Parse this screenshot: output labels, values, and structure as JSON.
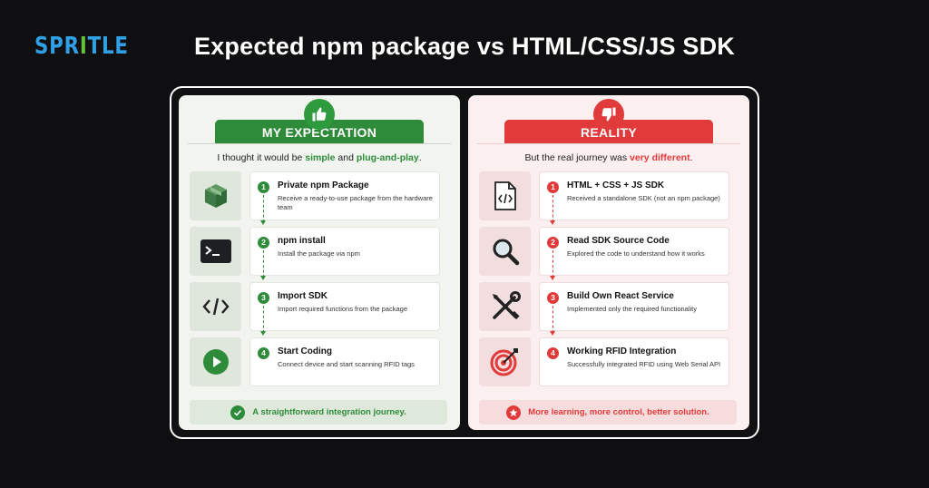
{
  "logo": {
    "text_1": "SPR",
    "text_2": "I",
    "text_3": "TLE"
  },
  "title": "Expected npm package vs HTML/CSS/JS SDK",
  "colors": {
    "green": "#2e8b3a",
    "red": "#e23a3a",
    "background": "#0f0f11"
  },
  "left": {
    "header": "MY EXPECTATION",
    "badge_icon": "thumbs-up-icon",
    "subtitle_prefix": "I thought it would be ",
    "subtitle_hl1": "simple",
    "subtitle_mid": " and ",
    "subtitle_hl2": "plug-and-play",
    "subtitle_suffix": ".",
    "steps": [
      {
        "num": "1",
        "title": "Private npm Package",
        "desc": "Receive a ready-to-use package from the hardware team",
        "icon": "package-box-icon"
      },
      {
        "num": "2",
        "title": "npm install",
        "desc": "Install the package via npm",
        "icon": "terminal-icon"
      },
      {
        "num": "3",
        "title": "Import SDK",
        "desc": "Import required functions from the package",
        "icon": "code-brackets-icon"
      },
      {
        "num": "4",
        "title": "Start Coding",
        "desc": "Connect device and start scanning RFID tags",
        "icon": "play-icon"
      }
    ],
    "footer": "A straightforward integration journey.",
    "footer_icon": "check-circle-icon"
  },
  "right": {
    "header": "REALITY",
    "badge_icon": "thumbs-down-icon",
    "subtitle_prefix": "But the real journey was ",
    "subtitle_hl": "very different",
    "subtitle_suffix": ".",
    "steps": [
      {
        "num": "1",
        "title": "HTML + CSS + JS SDK",
        "desc": "Received a standalone SDK (not an npm package)",
        "icon": "code-file-icon"
      },
      {
        "num": "2",
        "title": "Read SDK Source Code",
        "desc": "Explored the code to understand how it works",
        "icon": "magnifier-icon"
      },
      {
        "num": "3",
        "title": "Build Own React Service",
        "desc": "Implemented only the required functionality",
        "icon": "tools-icon"
      },
      {
        "num": "4",
        "title": "Working RFID Integration",
        "desc": "Successfully integrated RFID using Web Serial API",
        "icon": "target-icon"
      }
    ],
    "footer": "More learning, more control, better solution.",
    "footer_icon": "star-circle-icon"
  }
}
